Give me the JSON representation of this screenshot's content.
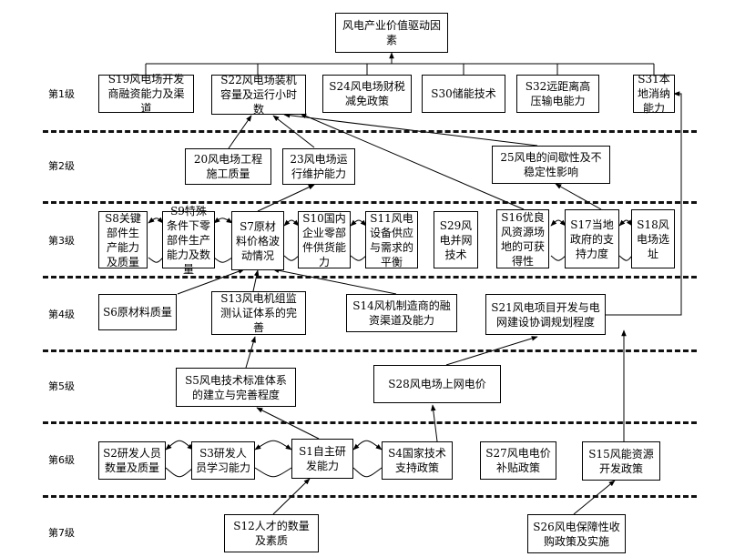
{
  "title": "风电产业价值驱动因素",
  "levels": [
    "第1级",
    "第2级",
    "第3级",
    "第4级",
    "第5级",
    "第6级",
    "第7级"
  ],
  "nodes": {
    "S19": "S19风电场开发商融资能力及渠道",
    "S22": "S22风电场装机容量及运行小时数",
    "S24": "S24风电场财税减免政策",
    "S30": "S30储能技术",
    "S32": "S32远距离高压输电能力",
    "S31": "S31本地消纳能力",
    "N20": "20风电场工程施工质量",
    "N23": "23风电场运行维护能力",
    "N25": "25风电的间歇性及不稳定性影响",
    "S8": "S8关键部件生产能力及质量",
    "S9": "S9特殊条件下零部件生产能力及数量",
    "S7": "S7原材料价格波动情况",
    "S10": "S10国内企业零部件供货能力",
    "S11": "S11风电设备供应与需求的平衡",
    "S29": "S29风电并网技术",
    "S16": "S16优良风资源场地的可获得性",
    "S17": "S17当地政府的支持力度",
    "S18": "S18风电场选址",
    "S6": "S6原材料质量",
    "S13": "S13风电机组监测认证体系的完善",
    "S14": "S14风机制造商的融资渠道及能力",
    "S21": "S21风电项目开发与电网建设协调规划程度",
    "S5": "S5风电技术标准体系的建立与完善程度",
    "S28": "S28风电场上网电价",
    "S2": "S2研发人员数量及质量",
    "S3": "S3研发人员学习能力",
    "S1": "S1自主研发能力",
    "S4": "S4国家技术支持政策",
    "S27": "S27风电电价补贴政策",
    "S15": "S15风能资源开发政策",
    "S12": "S12人才的数量及素质",
    "S26": "S26风电保障性收购政策及实施"
  }
}
